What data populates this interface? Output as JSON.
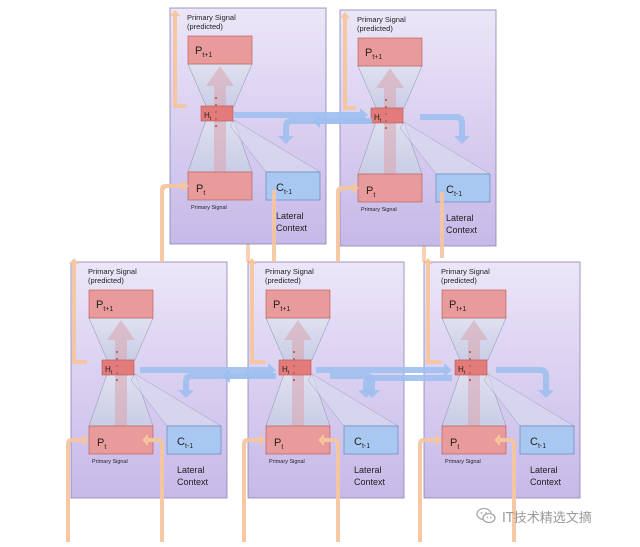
{
  "colors": {
    "panel_top": "#e7e0f6",
    "panel_bottom": "#c9bde9",
    "panel_stroke": "#8d7fb7",
    "p_box": "#e99b9b",
    "p_box_stroke": "#b25555",
    "c_box": "#a9c8f1",
    "c_box_stroke": "#5a7fb2",
    "h_box": "#e47b7b",
    "orange_arrow": "#f5c59e",
    "blue_arrow": "#9fbff0",
    "inner_arrow": "#d9a9b4"
  },
  "modules": [
    {
      "id": "top-left",
      "primary_label_line1": "Primary Signal",
      "primary_label_line2": "(predicted)",
      "p_next_main": "P",
      "p_next_sub": "t+1",
      "h_main": "H",
      "h_sub": "t",
      "p_curr_main": "P",
      "p_curr_sub": "t",
      "primary_signal_caption": "Primary Signal",
      "c_main": "C",
      "c_sub": "t-1",
      "lateral_line1": "Lateral",
      "lateral_line2": "Context"
    },
    {
      "id": "top-right",
      "primary_label_line1": "Primary Signal",
      "primary_label_line2": "(predicted)",
      "p_next_main": "P",
      "p_next_sub": "t+1",
      "h_main": "H",
      "h_sub": "t",
      "p_curr_main": "P",
      "p_curr_sub": "t",
      "primary_signal_caption": "Primary Signal",
      "c_main": "C",
      "c_sub": "t-1",
      "lateral_line1": "Lateral",
      "lateral_line2": "Context"
    },
    {
      "id": "bottom-left",
      "primary_label_line1": "Primary Signal",
      "primary_label_line2": "(predicted)",
      "p_next_main": "P",
      "p_next_sub": "t+1",
      "h_main": "H",
      "h_sub": "t",
      "p_curr_main": "P",
      "p_curr_sub": "t",
      "primary_signal_caption": "Primary Signal",
      "c_main": "C",
      "c_sub": "t-1",
      "lateral_line1": "Lateral",
      "lateral_line2": "Context"
    },
    {
      "id": "bottom-middle",
      "primary_label_line1": "Primary Signal",
      "primary_label_line2": "(predicted)",
      "p_next_main": "P",
      "p_next_sub": "t+1",
      "h_main": "H",
      "h_sub": "t",
      "p_curr_main": "P",
      "p_curr_sub": "t",
      "primary_signal_caption": "Primary Signal",
      "c_main": "C",
      "c_sub": "t-1",
      "lateral_line1": "Lateral",
      "lateral_line2": "Context"
    },
    {
      "id": "bottom-right",
      "primary_label_line1": "Primary Signal",
      "primary_label_line2": "(predicted)",
      "p_next_main": "P",
      "p_next_sub": "t+1",
      "h_main": "H",
      "h_sub": "t",
      "p_curr_main": "P",
      "p_curr_sub": "t",
      "primary_signal_caption": "Primary Signal",
      "c_main": "C",
      "c_sub": "t-1",
      "lateral_line1": "Lateral",
      "lateral_line2": "Context"
    }
  ],
  "watermark": {
    "text": "IT技术精选文摘",
    "icon": "wechat-icon"
  }
}
